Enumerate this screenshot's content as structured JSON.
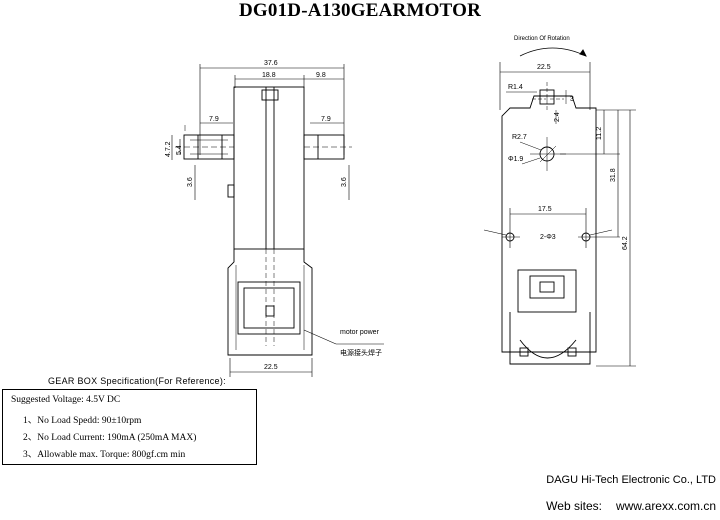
{
  "title": "DG01D-A130GEARMOTOR",
  "side_view": {
    "dim_overall_width": "37.6",
    "dim_body_width": "18.8",
    "dim_right_offset": "9.8",
    "dim_shaft_left": "7.9",
    "dim_shaft_right": "7.9",
    "dim_shaft_height_outer": "4.7.2",
    "dim_shaft_height_inner": "5.4",
    "dim_left_3_6": "3.6",
    "dim_right_3_6": "3.6",
    "dim_bottom_width": "22.5",
    "motor_power_label": "motor power",
    "motor_power_chinese": "电源接头焊子"
  },
  "front_view": {
    "direction_label": "Direction Of Rotation",
    "dim_width": "22.5",
    "dim_r14": "R1.4",
    "dim_3": "3",
    "dim_24": "2.4",
    "dim_112": "11.2",
    "dim_r27": "R2.7",
    "dim_phi19": "Φ1.9",
    "dim_318": "31.8",
    "dim_175": "17.5",
    "dim_2phi3": "2-Φ3",
    "dim_642": "64.2"
  },
  "spec": {
    "heading": "GEAR BOX Specification(For Reference):",
    "voltage": "Suggested Voltage: 4.5V DC",
    "item1": "1、No Load Spedd: 90±10rpm",
    "item2": "2、No Load Current: 190mA (250mA MAX)",
    "item3": "3、Allowable max. Torque: 800gf.cm min"
  },
  "company": "DAGU Hi-Tech Electronic Co., LTD",
  "web": {
    "label": "Web sites:",
    "url": "www.arexx.com.cn"
  }
}
